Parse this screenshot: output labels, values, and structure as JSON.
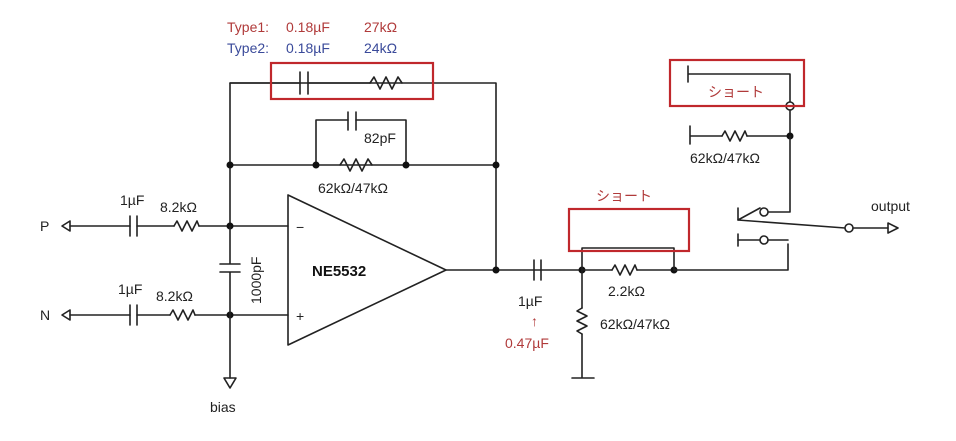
{
  "feedback_type1_label": "Type1:",
  "feedback_type1_cap": "0.18µF",
  "feedback_type1_res": "27kΩ",
  "feedback_type2_label": "Type2:",
  "feedback_type2_cap": "0.18µF",
  "feedback_type2_res": "24kΩ",
  "feedback_cap_small": "82pF",
  "feedback_res": "62kΩ/47kΩ",
  "input_p_label": "P",
  "input_n_label": "N",
  "input_p_cap": "1µF",
  "input_p_res": "8.2kΩ",
  "input_n_cap": "1µF",
  "input_n_res": "8.2kΩ",
  "diff_cap": "1000pF",
  "opamp_name": "NE5532",
  "opamp_minus": "−",
  "opamp_plus": "+",
  "bias_label": "bias",
  "out_cap": "1µF",
  "out_cap_arrow": "↑",
  "out_cap_alt": "0.47µF",
  "out_res": "2.2kΩ",
  "shunt_res": "62kΩ/47kΩ",
  "short_label_1": "ショート",
  "short_label_2": "ショート",
  "switch_res": "62kΩ/47kΩ",
  "output_label": "output",
  "colors": {
    "highlight": "#c0282c",
    "type1": "#b03a3a",
    "type2": "#3a4a9a"
  }
}
